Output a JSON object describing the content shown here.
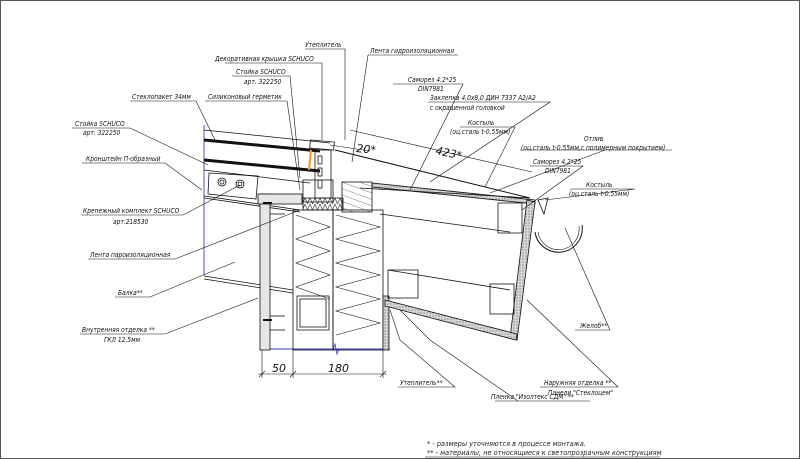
{
  "drawing": {
    "type": "CAD section detail — window sill / roof junction",
    "labels": {
      "insulation_top": "Утеплитель",
      "waterproof_tape": "Лента гидроизоляционная",
      "decorative_cap": "Декоративная крышка  SCHUCO",
      "mullion_top_1": "Стойка  SCHUCO",
      "mullion_top_2": "арт. 322250",
      "silicone_sealant": "Силиконовый герметик",
      "glass_unit": "Стеклопакет 34мм",
      "mullion_left_1": "Стойка  SCHUCO",
      "mullion_left_2": "арт. 322250",
      "bracket": "Кронштейн  П-образный",
      "fastening_kit_1": "Крепежный комплект  SCHUCO",
      "fastening_kit_2": "арт.218530",
      "vapor_tape": "Лента пароизоляционная",
      "beam": "Балка**",
      "interior_finish_1": "Внутренняя отделка **",
      "interior_finish_2": "ГКЛ 12.5мм",
      "screw_top_1": "Саморез 4.2*25",
      "screw_top_2": "DIN7981",
      "rivet_1": "Заклепка  4,0x8,0 ДИН 7337 А2/А2",
      "rivet_2": "с окрашенной головкой",
      "crutch_top_1": "Костыль",
      "crutch_top_2": "(оц.сталь t-0.55мм)",
      "drip_1": "Отлив",
      "drip_2": "(оц.сталь t-0.55мм,с полимерным покрытием)",
      "screw_right_1": "Саморез 4.2*25",
      "screw_right_2": "DIN7981",
      "crutch_right_1": "Костыль",
      "crutch_right_2": "(оц.сталь t-0.55мм)",
      "gutter": "Желоб**",
      "exterior_finish_1": "Наружняя отделка **",
      "exterior_finish_2": "Панели \"Стеклоцем\"",
      "insulation_bottom": "Утеплитель**",
      "film": "Пленка \"Изолтекс СДМ\" **"
    },
    "dimensions": {
      "d20": "20*",
      "d423": "423*",
      "d50": "50",
      "d180": "180"
    },
    "notes": [
      "* - размеры уточняются в процессе монтажа.",
      "** - материалы, не относящиеся к светопрозрачным конструкциям"
    ],
    "colors": {
      "line": "#111111",
      "axis_blue": "#3a3ad0",
      "seal_orange": "#f29a1e",
      "hatch": "#777777",
      "panel_fill": "#e6e6e6"
    }
  }
}
